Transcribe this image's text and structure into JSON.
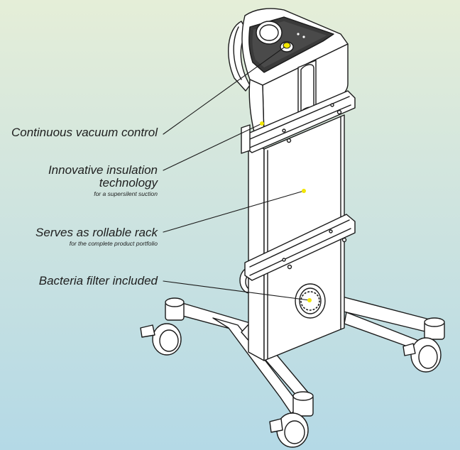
{
  "callouts": [
    {
      "title": "Continuous vacuum control",
      "subtitle": ""
    },
    {
      "title": "Innovative insulation technology",
      "subtitle": "for a supersilent suction"
    },
    {
      "title": "Serves as rollable rack",
      "subtitle": "for the complete product portfolio"
    },
    {
      "title": "Bacteria filter included",
      "subtitle": ""
    }
  ],
  "colors": {
    "background_top": "#e5eed8",
    "background_bottom": "#b4d9e6",
    "device_fill": "#ffffff",
    "outline": "#1a1a1a",
    "panel_dark": "#3a3a3a",
    "marker": "#f2e600"
  }
}
